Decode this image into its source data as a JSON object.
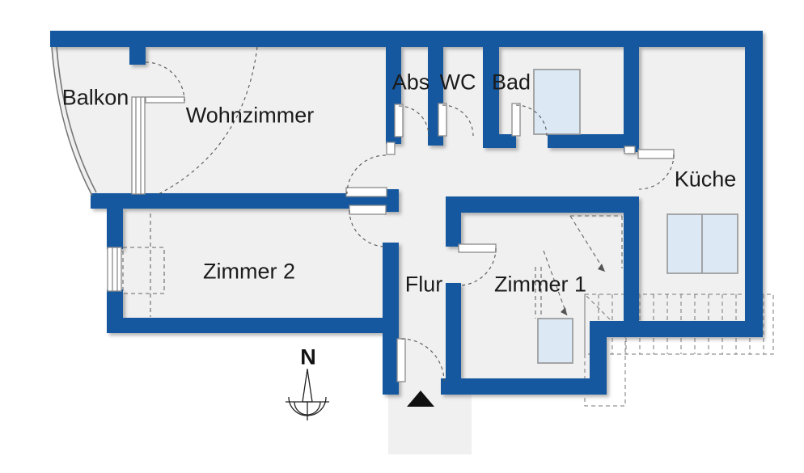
{
  "theme": {
    "wall": "#1558a0",
    "floor": "#f0f0f1",
    "fixture": "#dce9f5",
    "fixtureBorder": "#949494",
    "line": "#555555",
    "text": "#1b1b1b"
  },
  "rooms": [
    {
      "label": "Balkon"
    },
    {
      "label": "Wohnzimmer"
    },
    {
      "label": "Abs"
    },
    {
      "label": "WC"
    },
    {
      "label": "Bad"
    },
    {
      "label": "Küche"
    },
    {
      "label": "Zimmer 2"
    },
    {
      "label": "Flur"
    },
    {
      "label": "Zimmer 1"
    }
  ],
  "compass": {
    "label": "N"
  }
}
